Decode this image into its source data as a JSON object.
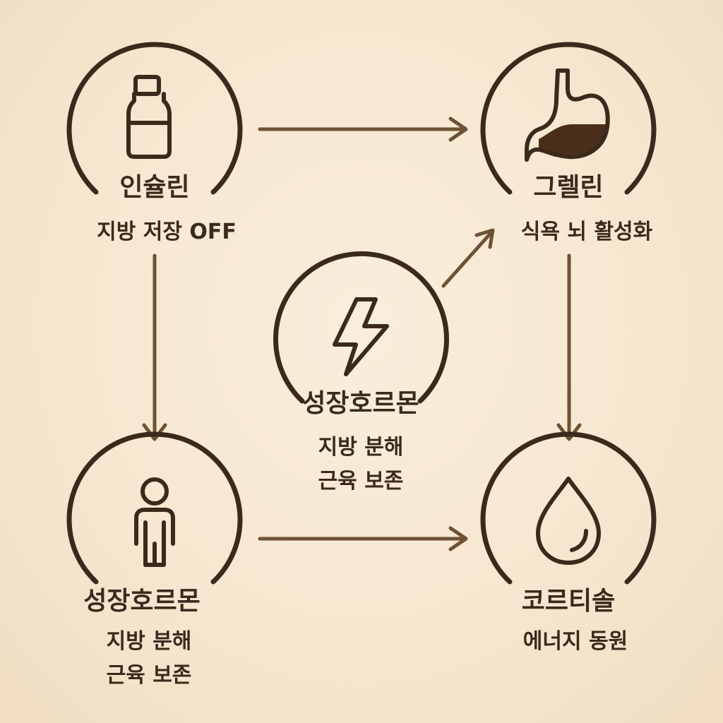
{
  "nodes": {
    "insulin": {
      "title": "인슐린",
      "desc": [
        "지방 저장 OFF"
      ],
      "icon": "vial-icon"
    },
    "ghrelin": {
      "title": "그렐린",
      "desc": [
        "식욕 뇌 활성화"
      ],
      "icon": "stomach-icon"
    },
    "gh_center": {
      "title": "성장호르몬",
      "desc": [
        "지방 분해",
        "근육 보존"
      ],
      "icon": "lightning-icon"
    },
    "gh_left": {
      "title": "성장호르몬",
      "desc": [
        "지방 분해",
        "근육 보존"
      ],
      "icon": "person-icon"
    },
    "cortisol": {
      "title": "코르티솔",
      "desc": [
        "에너지 동원"
      ],
      "icon": "droplet-icon"
    }
  },
  "colors": {
    "background": "#f6e7d0",
    "ink": "#3b2a1c",
    "arrow": "#6e5233",
    "stomach_fill": "#4a2e1a"
  }
}
